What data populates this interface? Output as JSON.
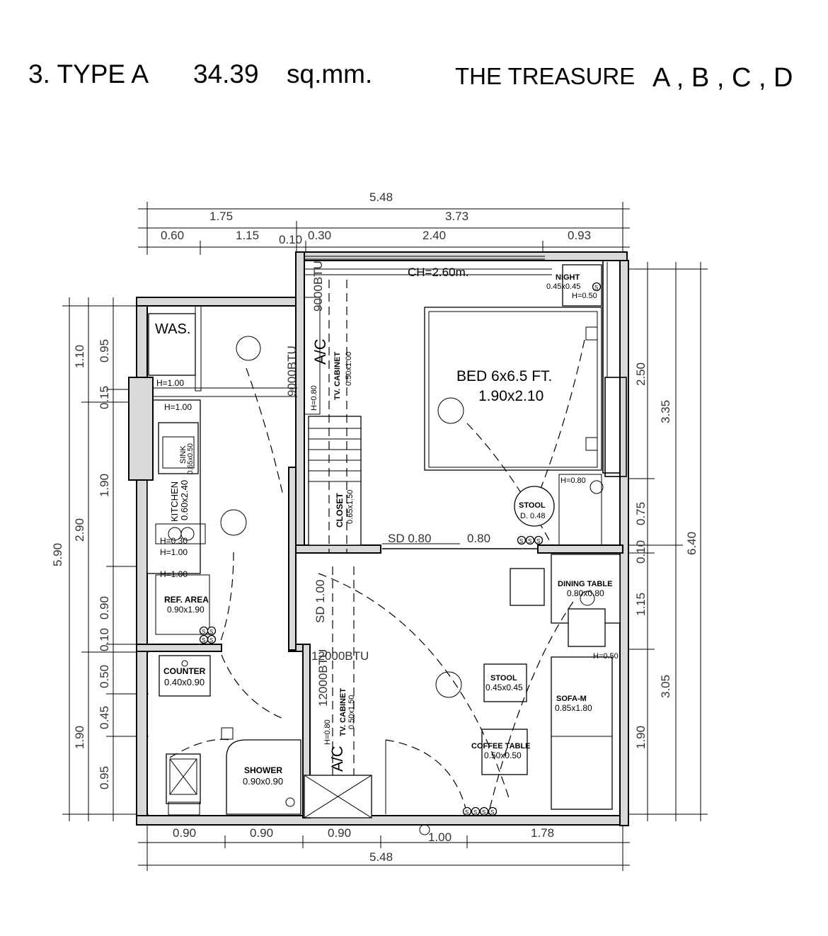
{
  "header": {
    "unit_label": "3.  TYPE A",
    "area_value": "34.39",
    "area_unit": "sq.mm.",
    "project_name": "THE TREASURE",
    "buildings": "A , B , C , D"
  },
  "dimensions": {
    "top_total": "5.48",
    "top_mid": [
      "1.75",
      "3.73"
    ],
    "top_detail": [
      "0.60",
      "1.15",
      "0.10",
      "0.30",
      "2.40",
      "0.93"
    ],
    "bottom_detail": [
      "0.90",
      "0.90",
      "0.90",
      "1.00",
      "1.78"
    ],
    "bottom_total": "5.48",
    "left_outer": "5.90",
    "left_mid": [
      "1.10",
      "2.90",
      "1.90"
    ],
    "left_inner": [
      "0.95",
      "0.15",
      "1.90",
      "0.90",
      "0.10",
      "0.50",
      "0.45",
      "0.95"
    ],
    "right_outer": "6.40",
    "right_mid": [
      "3.35",
      "3.05"
    ],
    "right_inner": [
      "2.50",
      "0.75",
      "0.10",
      "1.15",
      "1.90"
    ]
  },
  "labels": {
    "ceiling_height": "CH=2.60m.",
    "washer": "WAS.",
    "night_stand": "NIGHT",
    "night_stand_size": "0.45x0.45",
    "night_h": "H=0.50",
    "bed": "BED   6x6.5 FT.",
    "bed_size": "1.90x2.10",
    "ac_bed": "A/C",
    "ac_bed_btu": "9000BTU",
    "ac_bed_btu2": "9000BTU",
    "tv_cabinet": "TV. CABINET",
    "tv_cabinet_size": "0.50x1.00",
    "h_080": "H=0.80",
    "h_100": "H=1.00",
    "h_100b": "H=1.00",
    "h_030": "H=0.30",
    "h_100c": "H=1.00",
    "h_100d": "H=1.00",
    "sink": "SINK",
    "sink_size": "0.65x0.50",
    "kitchen": "KITCHEN",
    "kitchen_size": "0.60x2.40",
    "closet": "CLOSET",
    "closet_size": "0.65x1.50",
    "stool_bed": "STOOL",
    "stool_bed_size": "D. 0.48",
    "sd_bed": "SD  0.80",
    "sd_bed2": "0.80",
    "h_080b": "H=0.80",
    "dining_table": "DINING TABLE",
    "dining_table_size": "0.80x0.80",
    "ref_area": "REF. AREA",
    "ref_area_size": "0.90x1.90",
    "sd_living": "SD 1.00",
    "ac_living_btu": "12000BTU",
    "ac_living_btu2": "12000BTU",
    "counter": "COUNTER",
    "counter_size": "0.40x0.90",
    "stool_living": "STOOL",
    "stool_living_size": "0.45x0.45",
    "sofa": "SOFA-M",
    "sofa_size": "0.85x1.80",
    "h_050": "H=0.50",
    "tv_cabinet2": "TV. CABINET",
    "tv_cabinet2_size": "0.50x1.50",
    "h_080c": "H=0.80",
    "coffee_table": "COFFEE TABLE",
    "coffee_table_size": "0.50x0.50",
    "ac_living": "A/C",
    "shower": "SHOWER",
    "shower_size": "0.90x0.90",
    "socket": "S"
  }
}
